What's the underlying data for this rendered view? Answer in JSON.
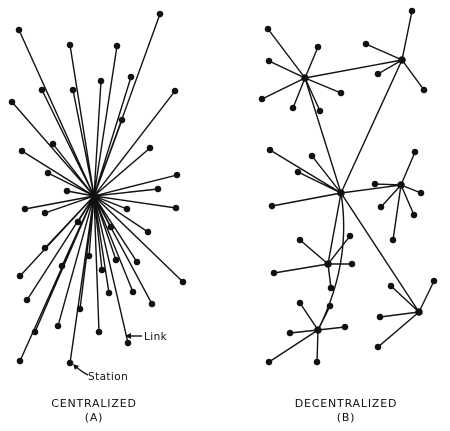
{
  "panels": [
    {
      "id": "centralized",
      "title": "CENTRALIZED",
      "subtitle": "(A)",
      "annotations": {
        "link": "Link",
        "station": "Station"
      }
    },
    {
      "id": "decentralized",
      "title": "DECENTRALIZED",
      "subtitle": "(B)"
    }
  ]
}
